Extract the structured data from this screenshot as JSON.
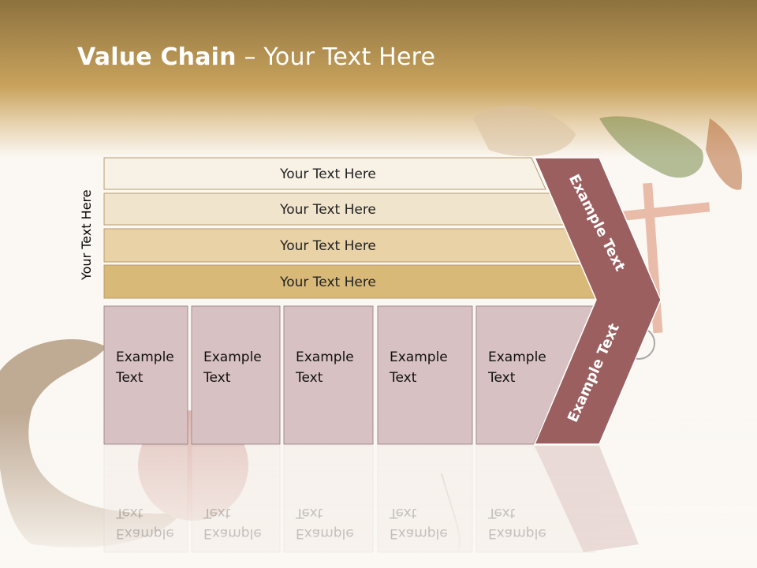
{
  "slide": {
    "title_bold": "Value Chain",
    "title_rest": " – Your Text Here",
    "side_label": "Your Text Here"
  },
  "rows": [
    {
      "label": "Your Text Here",
      "fill": "#f8f1e6"
    },
    {
      "label": "Your Text Here",
      "fill": "#f1e4cc"
    },
    {
      "label": "Your Text Here",
      "fill": "#e8d2a6"
    },
    {
      "label": "Your Text Here",
      "fill": "#d9b978"
    }
  ],
  "boxes": [
    {
      "line1": "Example",
      "line2": "Text"
    },
    {
      "line1": "Example",
      "line2": "Text"
    },
    {
      "line1": "Example",
      "line2": "Text"
    },
    {
      "line1": "Example",
      "line2": "Text"
    },
    {
      "line1": "Example",
      "line2": "Text"
    }
  ],
  "chevron": {
    "upper_text": "Example Text",
    "lower_text": "Example Text"
  },
  "colors": {
    "header_top": "#8a6f3c",
    "header_mid": "#c8a25c",
    "box_fill": "#d8c1c2",
    "chevron_fill": "#9b5f5f"
  }
}
